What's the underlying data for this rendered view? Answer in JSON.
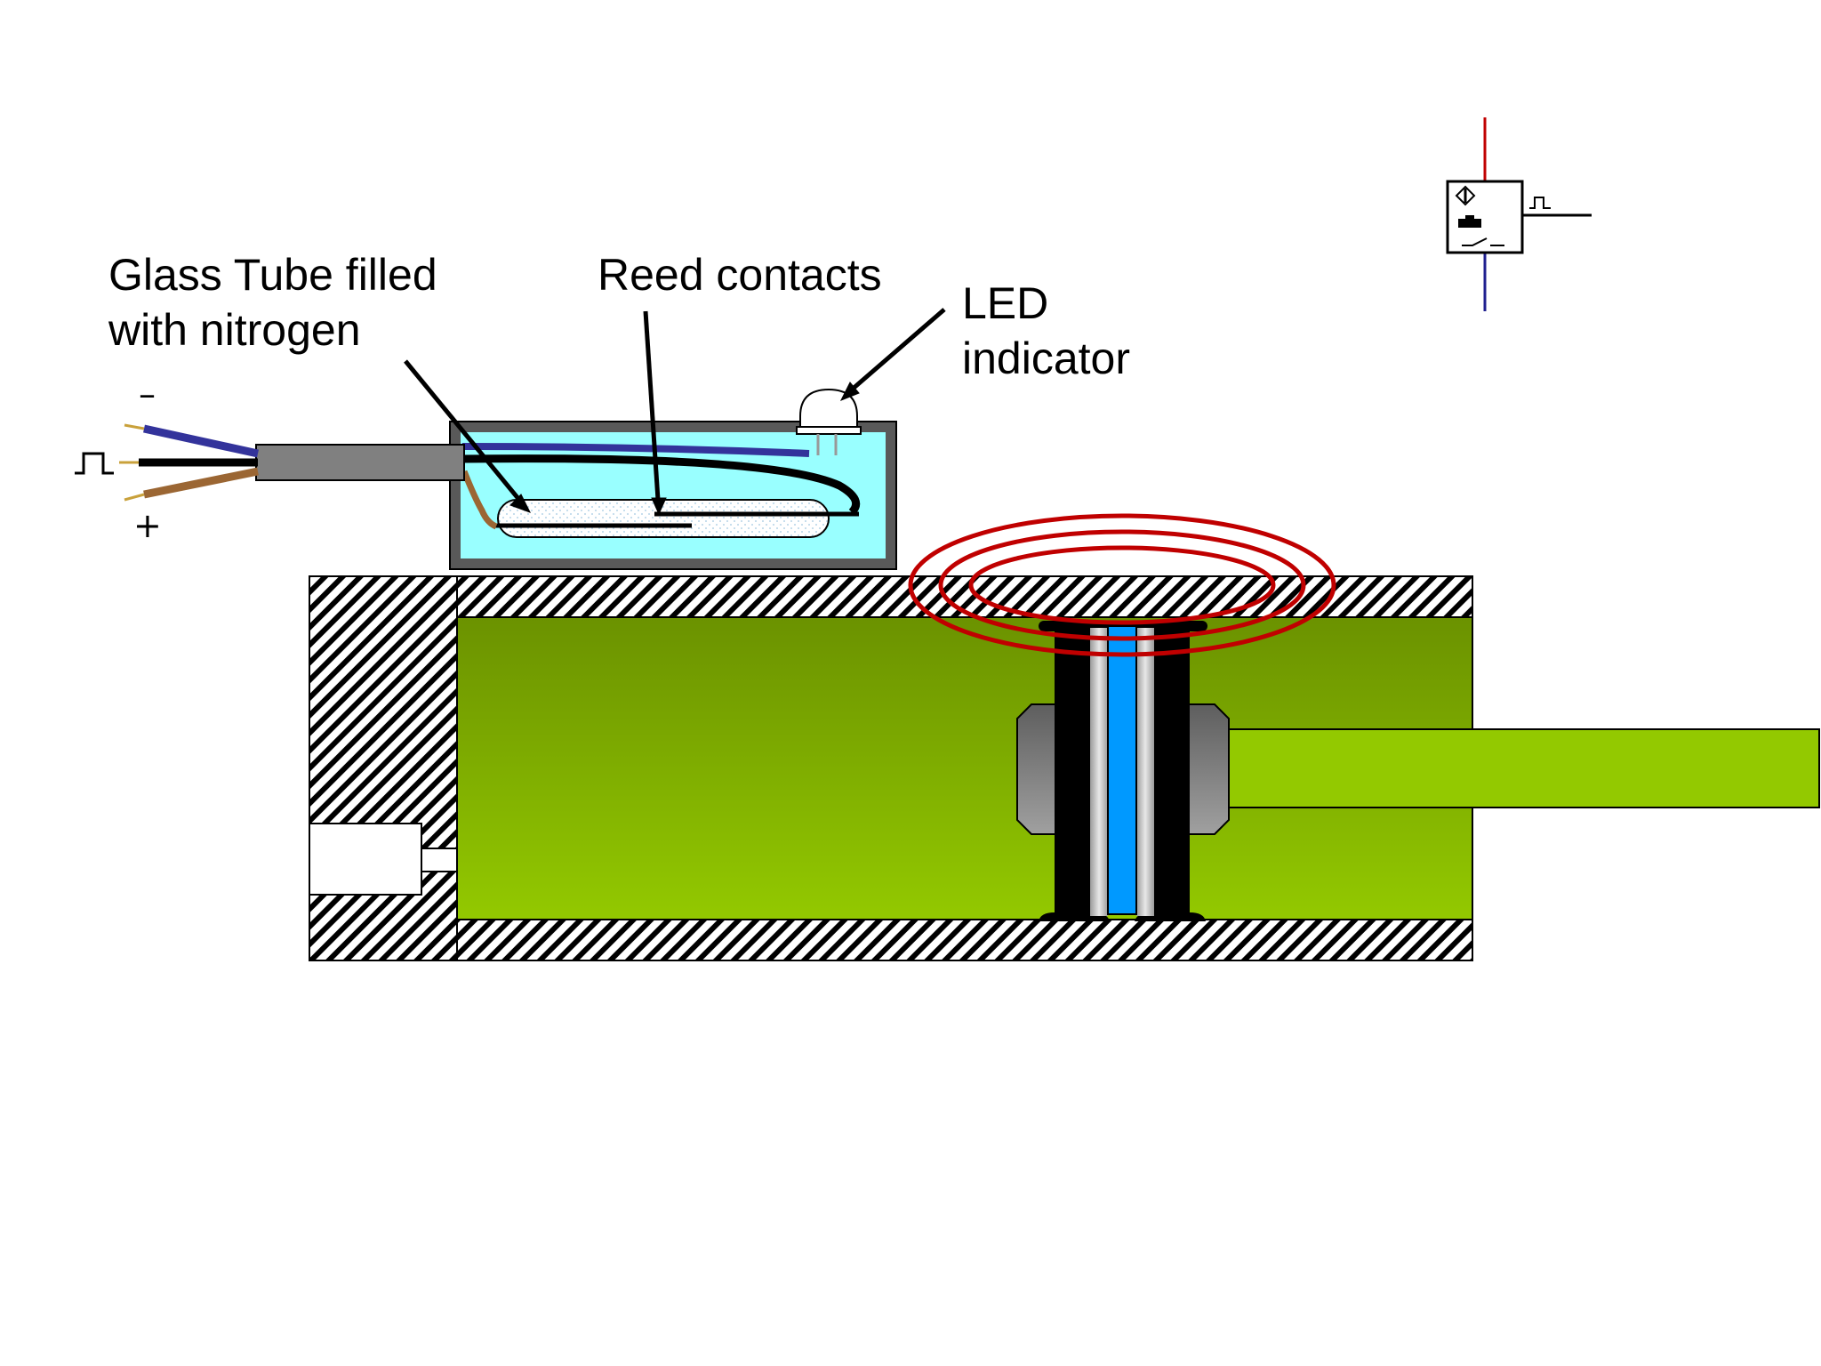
{
  "labels": {
    "glass_tube": [
      "Glass Tube filled",
      "with nitrogen"
    ],
    "reed_contacts": "Reed contacts",
    "led_indicator": [
      "LED",
      "indicator"
    ]
  },
  "wire_markers": {
    "negative": "–",
    "positive": "+"
  },
  "colors": {
    "housing_fill": "#99ffff",
    "housing_border": "#595959",
    "cylinder_green": "#8fc400",
    "magnetic_field": "#c00000",
    "wire_blue": "#33339b",
    "wire_black": "#000000",
    "wire_brown": "#9b6633",
    "cable_gray": "#808080",
    "piston_gray": "#7a7a7a",
    "rod_blue": "#0099ff",
    "symbol_red_line": "#c00000",
    "symbol_blue_line": "#1f1f8f"
  },
  "icons": [
    "square-pulse-icon",
    "sensor-symbol-icon",
    "diamond-icon",
    "magnet-icon",
    "switch-icon"
  ]
}
